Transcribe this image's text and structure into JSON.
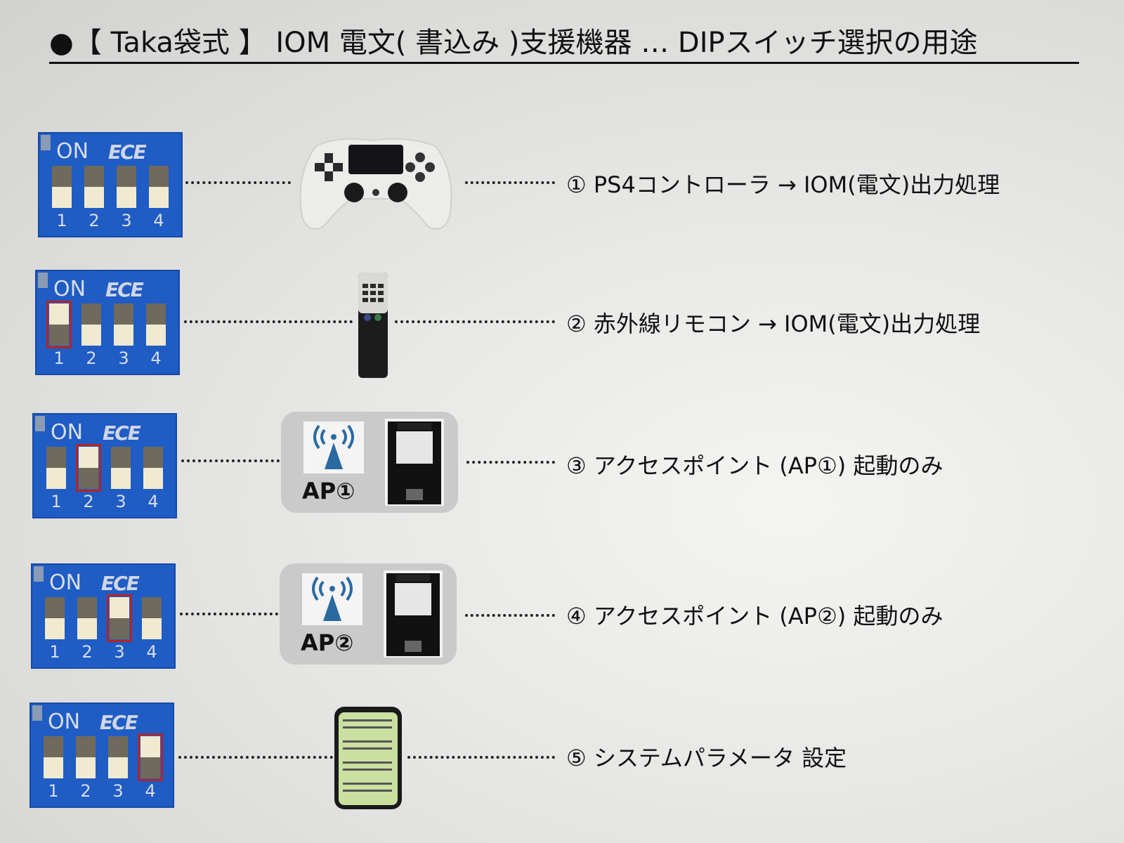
{
  "title": "●【 Taka袋式 】 IOM 電文( 書込み )支援機器 … DIPスイッチ選択の用途",
  "dip_switch": {
    "on_label": "ON",
    "brand_label": "ECE",
    "numbers": [
      "1",
      "2",
      "3",
      "4"
    ]
  },
  "rows": [
    {
      "switch_on": [],
      "device": "ps4-controller",
      "label": "① PS4コントローラ → IOM(電文)出力処理"
    },
    {
      "switch_on": [
        1
      ],
      "device": "ir-remote",
      "label": "② 赤外線リモコン → IOM(電文)出力処理"
    },
    {
      "switch_on": [
        2
      ],
      "device": "access-point",
      "device_label": "AP①",
      "label": "③ アクセスポイント (AP①) 起動のみ"
    },
    {
      "switch_on": [
        3
      ],
      "device": "access-point",
      "device_label": "AP②",
      "label": "④ アクセスポイント (AP②) 起動のみ"
    },
    {
      "switch_on": [
        4
      ],
      "device": "smartphone",
      "label": "⑤ システムパラメータ 設定"
    }
  ],
  "colors": {
    "dip_blue": "#1f5cc4",
    "highlight_red": "#b0262a",
    "ap_blue": "#2a6aa0",
    "phone_screen": "#c9e0a0"
  }
}
